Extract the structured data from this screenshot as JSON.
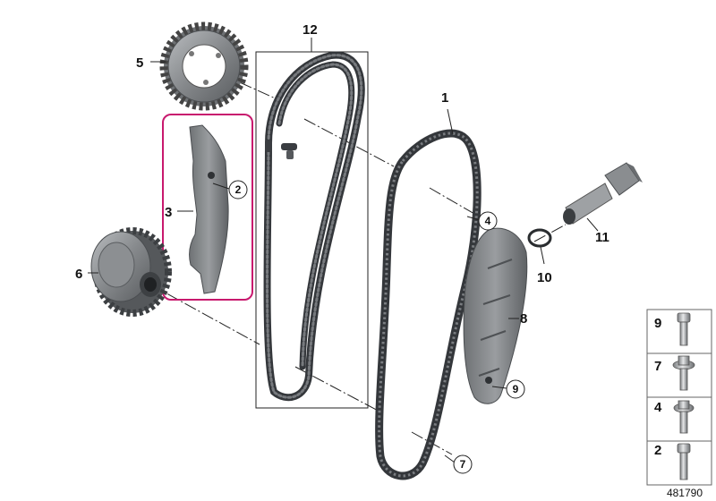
{
  "callouts": {
    "c1": "1",
    "c3": "3",
    "c5": "5",
    "c6": "6",
    "c8": "8",
    "c10": "10",
    "c11": "11",
    "c12": "12"
  },
  "circled": {
    "c2": "2",
    "c4": "4",
    "c7": "7",
    "c9": "9"
  },
  "legend": {
    "items": [
      "9",
      "7",
      "4",
      "2"
    ]
  },
  "document_number": "481790",
  "colors": {
    "chain": "#3a3d42",
    "part_gray": "#7e8184",
    "highlight_box": "#c8196e",
    "line": "#222222"
  }
}
